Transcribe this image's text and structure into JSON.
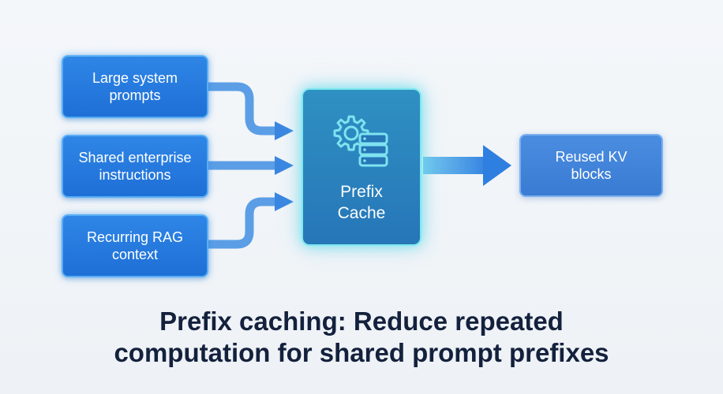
{
  "inputs": [
    {
      "label_line1": "Large system",
      "label_line2": "prompts"
    },
    {
      "label_line1": "Shared enterprise",
      "label_line2": "instructions"
    },
    {
      "label_line1": "Recurring RAG",
      "label_line2": "context"
    }
  ],
  "cache": {
    "label_line1": "Prefix",
    "label_line2": "Cache",
    "icon": "gear-database-icon"
  },
  "output": {
    "label_line1": "Reused KV",
    "label_line2": "blocks"
  },
  "caption": {
    "line1": "Prefix caching: Reduce repeated",
    "line2": "computation for shared prompt prefixes"
  },
  "colors": {
    "input_fill": "#1e6fd6",
    "cache_fill": "#2676b8",
    "cache_glow": "#7de8ee",
    "output_fill": "#3a7bd3",
    "arrow": "#3f8fe4",
    "caption_text": "#14213d"
  }
}
